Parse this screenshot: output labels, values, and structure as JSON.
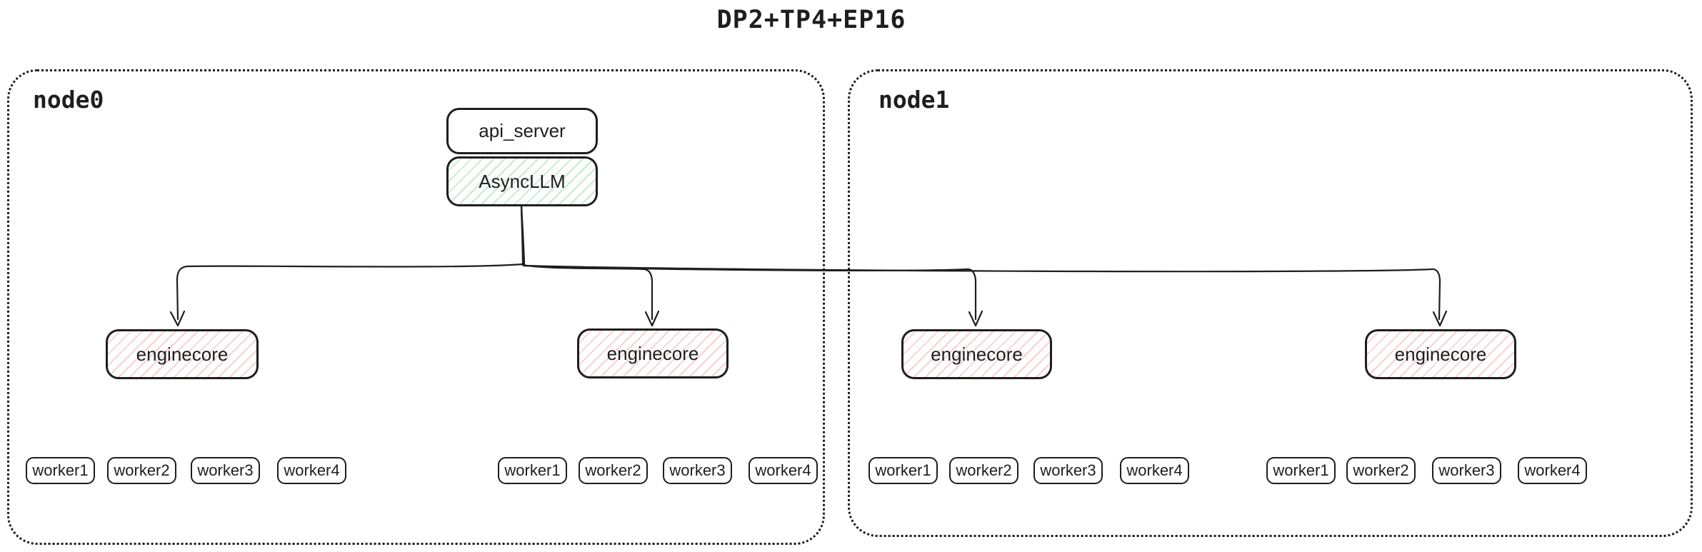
{
  "diagram": {
    "title": "DP2+TP4+EP16",
    "colors": {
      "stroke": "#1e1e1e",
      "green_fill": "#40c057",
      "red_fill": "#e03131",
      "background": "#ffffff"
    },
    "api_server_label": "api_server",
    "async_llm_label": "AsyncLLM",
    "nodes": [
      {
        "label": "node0",
        "engine_groups": [
          {
            "enginecore_label": "enginecore",
            "workers": [
              "worker1",
              "worker2",
              "worker3",
              "worker4"
            ]
          },
          {
            "enginecore_label": "enginecore",
            "workers": [
              "worker1",
              "worker2",
              "worker3",
              "worker4"
            ]
          }
        ]
      },
      {
        "label": "node1",
        "engine_groups": [
          {
            "enginecore_label": "enginecore",
            "workers": [
              "worker1",
              "worker2",
              "worker3",
              "worker4"
            ]
          },
          {
            "enginecore_label": "enginecore",
            "workers": [
              "worker1",
              "worker2",
              "worker3",
              "worker4"
            ]
          }
        ]
      }
    ]
  }
}
